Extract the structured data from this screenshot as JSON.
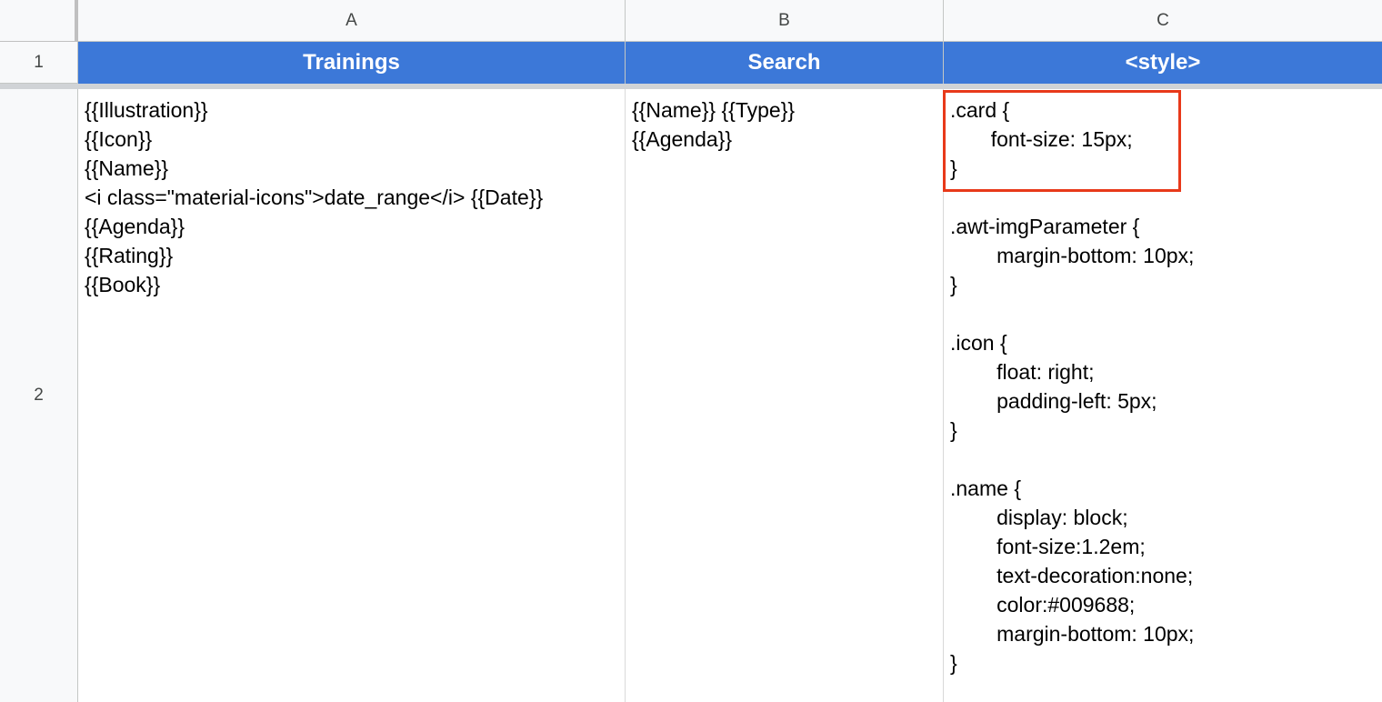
{
  "column_headers": [
    "A",
    "B",
    "C"
  ],
  "row_headers": [
    "1",
    "2"
  ],
  "header_row": {
    "a": "Trainings",
    "b": "Search",
    "c": "<style>"
  },
  "colors": {
    "header_fill": "#3c78d8",
    "highlight": "#e8391a"
  },
  "row2": {
    "a": "{{Illustration}}\n{{Icon}}\n{{Name}}\n<i class=\"material-icons\">date_range</i> {{Date}}\n{{Agenda}}\n{{Rating}}\n{{Book}}",
    "b": "{{Name}} {{Type}}\n{{Agenda}}",
    "c": ".card {\n       font-size: 15px;\n}\n\n.awt-imgParameter {\n        margin-bottom: 10px;\n}\n\n.icon {\n        float: right;\n        padding-left: 5px;\n}\n\n.name {\n        display: block;\n        font-size:1.2em;\n        text-decoration:none;\n        color:#009688;\n        margin-bottom: 10px;\n}"
  }
}
